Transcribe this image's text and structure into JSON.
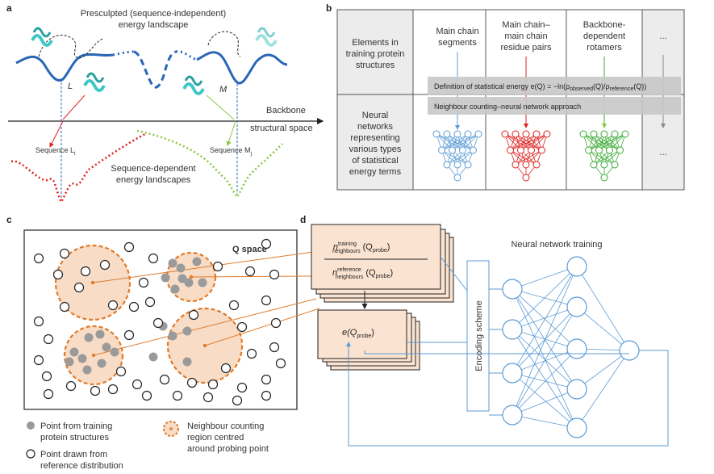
{
  "panel_a": {
    "letter": "a",
    "title_line1": "Presculpted (sequence-independent)",
    "title_line2": "energy landscape",
    "point_L": "L",
    "point_M": "M",
    "axis_line1": "Backbone",
    "axis_line2": "structural space",
    "seq_L_label": "Sequence L",
    "seq_L_sub": "i",
    "seq_M_label": "Sequence M",
    "seq_M_sub": "j",
    "bottom_line1": "Sequence-dependent",
    "bottom_line2": "energy landscapes",
    "colors": {
      "landscape": "#2a66b8",
      "seq_L": "#e02020",
      "seq_M": "#8cc63f",
      "protein": "#3fc6c6"
    }
  },
  "panel_b": {
    "letter": "b",
    "elements_label": [
      "Elements in",
      "training protein",
      "structures"
    ],
    "networks_label": [
      "Neural",
      "networks",
      "representing",
      "various types",
      "of statistical",
      "energy terms"
    ],
    "col1": [
      "Main chain",
      "segments"
    ],
    "col2": [
      "Main chain–",
      "main chain",
      "residue pairs"
    ],
    "col3": [
      "Backbone-",
      "dependent",
      "rotamers"
    ],
    "col4": "...",
    "definition_prefix": "Definition of statistical energy",
    "definition_formula": "e(Q) = −ln(ρ",
    "definition_obs": "observed",
    "definition_mid": "(Q)/ρ",
    "definition_ref": "reference",
    "definition_end": "(Q))",
    "approach": "Neighbour counting–neural network approach",
    "net_ellipsis": "...",
    "colors": {
      "col1": "#5b9bd5",
      "col2": "#e02020",
      "col3": "#3aaa35",
      "col4": "#888888"
    }
  },
  "panel_c": {
    "letter": "c",
    "space_label": "Q space",
    "legend_training": [
      "Point from training",
      "protein structures"
    ],
    "legend_reference": [
      "Point drawn from",
      "reference distribution"
    ],
    "legend_region": [
      "Neighbour counting",
      "region centred",
      "around probing point"
    ],
    "colors": {
      "region": "#e07b2a",
      "region_fill": "#f8dcc6",
      "training_point": "#9a9a9a"
    }
  },
  "panel_d": {
    "letter": "d",
    "numerator_n": "n",
    "numerator_sup": "training",
    "numerator_sub": "neighbours",
    "numerator_arg": "(Q",
    "numerator_argsub": "probe",
    "denominator_n": "n",
    "denominator_sup": "reference",
    "denominator_sub": "neighbours",
    "denominator_arg": "(Q",
    "denominator_argsub": "probe",
    "energy_e": "e(Q",
    "energy_sub": "probe",
    "encoding": "Encoding scheme",
    "nn_title": "Neural network training",
    "colors": {
      "box_fill": "#fbe3d1",
      "link": "#5b9bd5"
    }
  }
}
